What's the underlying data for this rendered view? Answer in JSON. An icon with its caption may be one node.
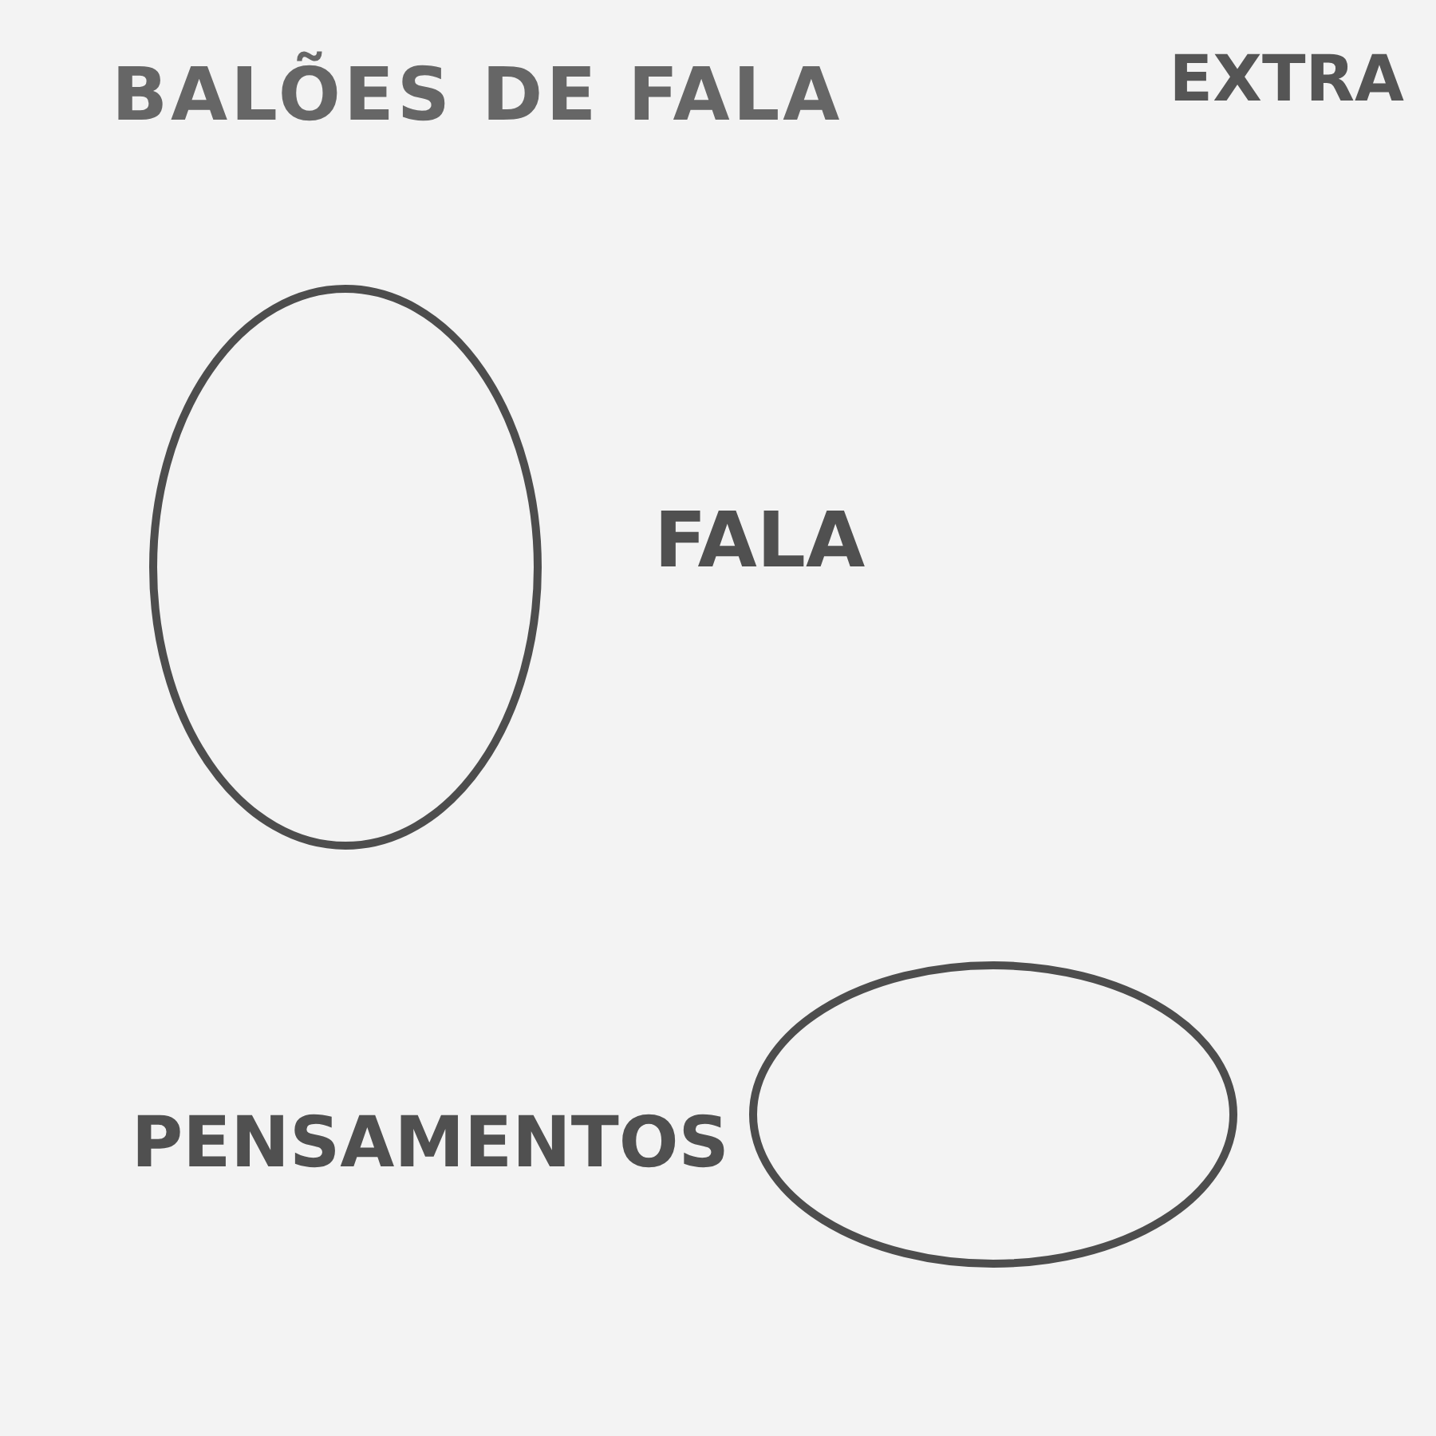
{
  "diagram": {
    "title": "BALÕES DE FALA",
    "nodes": [
      {
        "text": [],
        "shape": "ellipse",
        "beside": [
          "FALA"
        ]
      },
      {
        "text": [],
        "shape": "ellipse",
        "beside": [
          "PENSAMENTOS"
        ]
      }
    ],
    "labels": [
      "EXTRA"
    ]
  }
}
